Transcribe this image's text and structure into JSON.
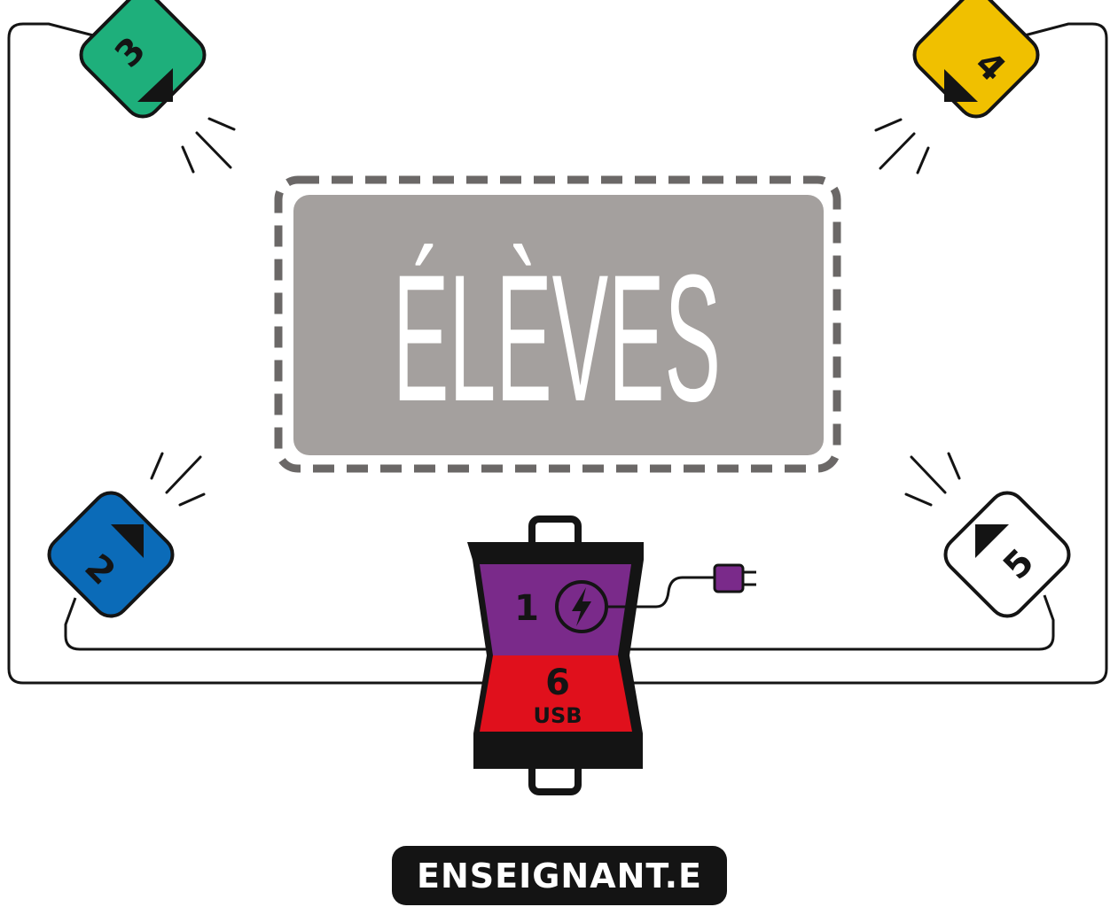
{
  "diagram": {
    "students_label": "ÉLÈVES",
    "teacher_label": "ENSEIGNANT.E",
    "hub": {
      "power_port_number": "1",
      "usb_port_number": "6",
      "usb_label": "USB"
    },
    "devices": [
      {
        "number": "2",
        "color": "#0b6bb8"
      },
      {
        "number": "3",
        "color": "#1eaf7b"
      },
      {
        "number": "4",
        "color": "#f0c000"
      },
      {
        "number": "5",
        "color": "#ffffff"
      }
    ],
    "colors": {
      "students_box": "#a4a09e",
      "hub_top": "#7a2a8a",
      "hub_bottom": "#e0101c",
      "hub_frame": "#141414",
      "plug": "#7a2a8a"
    }
  }
}
